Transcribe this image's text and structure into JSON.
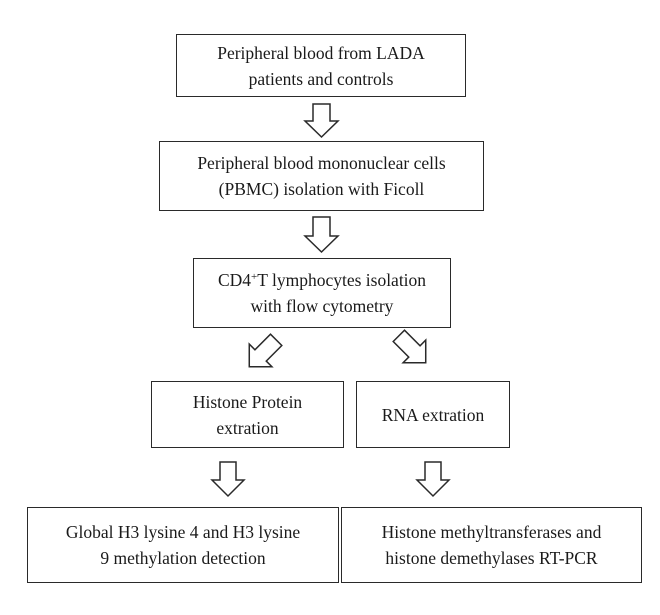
{
  "flowchart": {
    "step1": [
      "Peripheral blood from LADA",
      "patients and controls"
    ],
    "step2": [
      "Peripheral blood mononuclear cells",
      "(PBMC) isolation with Ficoll"
    ],
    "step3": {
      "line1_prefix": "CD4",
      "line1_sup": "+",
      "line1_suffix": "T lymphocytes isolation",
      "line2": "with flow cytometry"
    },
    "step4_left": [
      "Histone Protein",
      "extration"
    ],
    "step4_right": [
      "RNA extration"
    ],
    "step5_left": [
      "Global H3 lysine 4 and H3 lysine",
      "9 methylation detection"
    ],
    "step5_right": [
      "Histone methyltransferases and",
      "histone demethylases RT-PCR"
    ]
  },
  "colors": {
    "border": "#2a2a2a",
    "text": "#1a1a1a",
    "background": "#ffffff"
  }
}
